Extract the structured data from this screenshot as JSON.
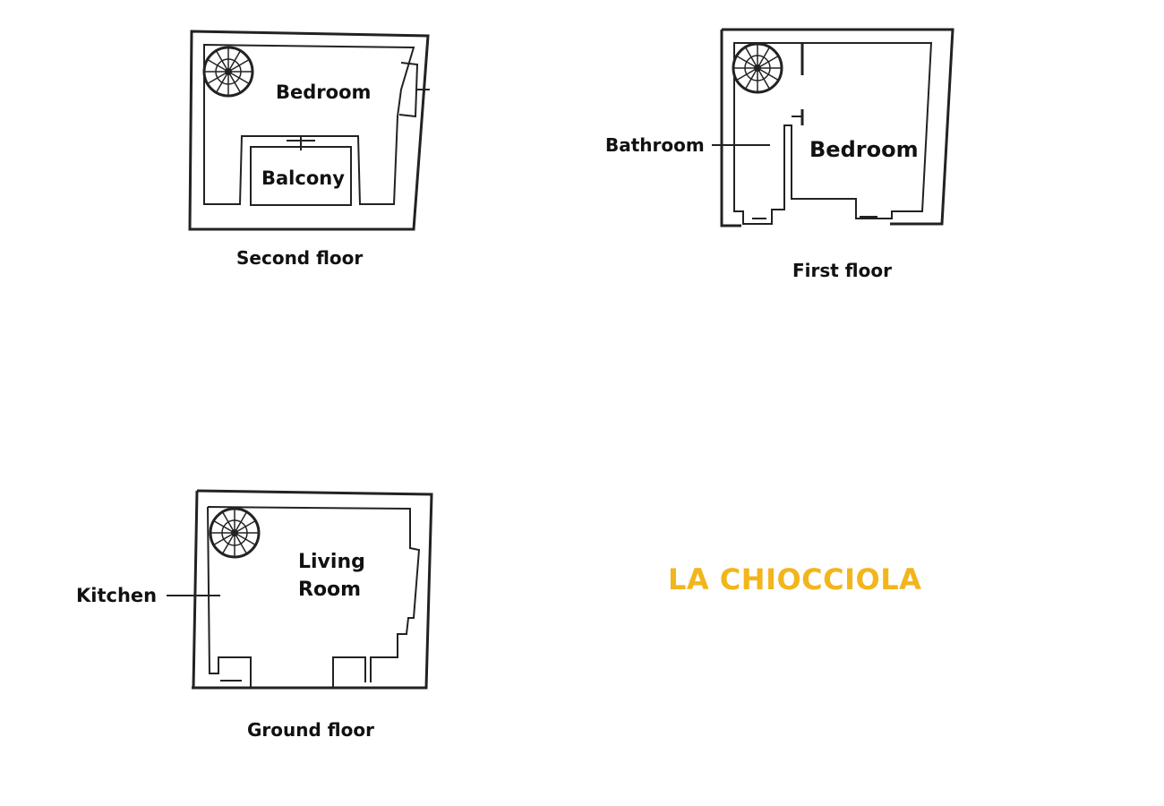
{
  "brand": {
    "name": "LA CHIOCCIOLA",
    "color": "#f2b51c"
  },
  "floors": {
    "second": {
      "label": "Second floor",
      "rooms": {
        "bedroom": "Bedroom",
        "balcony": "Balcony"
      }
    },
    "first": {
      "label": "First floor",
      "rooms": {
        "bathroom": "Bathroom",
        "bedroom": "Bedroom"
      }
    },
    "ground": {
      "label": "Ground floor",
      "rooms": {
        "kitchen": "Kitchen",
        "living_line1": "Living",
        "living_line2": "Room"
      }
    }
  },
  "icons": {
    "stair": "spiral-staircase-icon"
  }
}
